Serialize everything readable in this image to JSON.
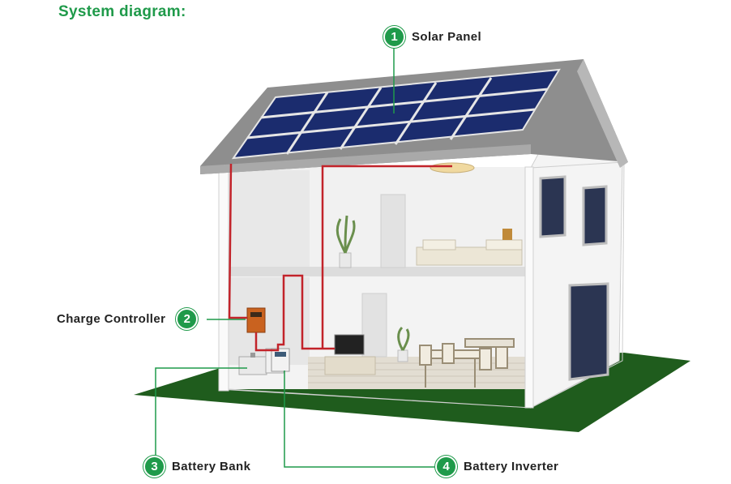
{
  "title": "System diagram:",
  "callouts": [
    {
      "number": "1",
      "label": "Solar Panel"
    },
    {
      "number": "2",
      "label": "Charge Controller"
    },
    {
      "number": "3",
      "label": "Battery Bank"
    },
    {
      "number": "4",
      "label": "Battery Inverter"
    }
  ],
  "colors": {
    "accent_green": "#1f9a4a",
    "lawn": "#1f5c1d",
    "roof": "#8e8e8e",
    "panel": "#1b2c6e",
    "wire": "#c2232a",
    "controller": "#c9621f"
  }
}
